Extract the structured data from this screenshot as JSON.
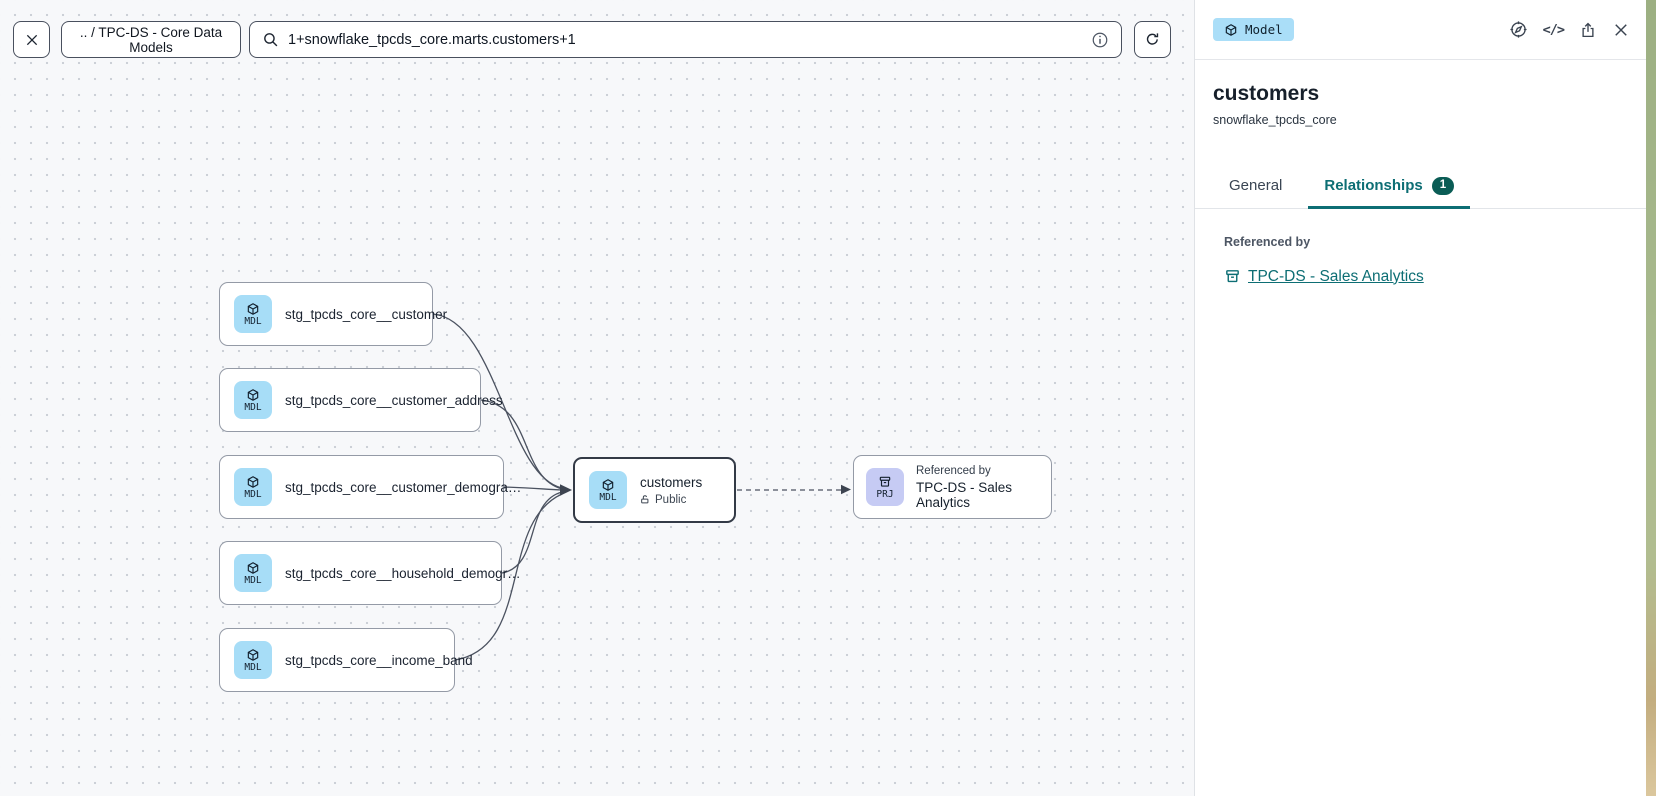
{
  "toolbar": {
    "breadcrumb": ".. / TPC-DS - Core Data Models",
    "search": {
      "value": "1+snowflake_tpcds_core.marts.customers+1"
    }
  },
  "canvas": {
    "source_nodes": [
      {
        "badge": "MDL",
        "label": "stg_tpcds_core__customer"
      },
      {
        "badge": "MDL",
        "label": "stg_tpcds_core__customer_address"
      },
      {
        "badge": "MDL",
        "label": "stg_tpcds_core__customer_demogra…"
      },
      {
        "badge": "MDL",
        "label": "stg_tpcds_core__household_demogr…"
      },
      {
        "badge": "MDL",
        "label": "stg_tpcds_core__income_band"
      }
    ],
    "center_node": {
      "badge": "MDL",
      "title": "customers",
      "access": "Public"
    },
    "project_node": {
      "badge": "PRJ",
      "kicker": "Referenced by",
      "title": "TPC-DS - Sales Analytics"
    }
  },
  "panel": {
    "type_badge": "Model",
    "code_icon_glyph": "</>",
    "title": "customers",
    "subtitle": "snowflake_tpcds_core",
    "tabs": {
      "general": "General",
      "relationships": "Relationships",
      "relationships_count": "1"
    },
    "referenced_by_label": "Referenced by",
    "referenced_by_link": "TPC-DS - Sales Analytics"
  },
  "icons": {
    "close": "✕",
    "search": "magnifier",
    "info": "circled-i",
    "refresh": "circular-arrow",
    "cube": "package-cube",
    "archive": "project-box",
    "compass": "explore-compass",
    "share": "export-box-arrow",
    "lock_open": "public-open-padlock"
  },
  "colors": {
    "accent_teal": "#0d6e74",
    "tab_badge_bg": "#0a5c55",
    "model_badge_bg": "#aadef8",
    "node_badge_model_bg": "#a7ddf7",
    "node_badge_project_bg": "#c6cbf4",
    "canvas_bg": "#f7f8fa",
    "node_border": "#949aa6",
    "selected_node_border": "#333a46",
    "toolbar_border": "#49505e",
    "edge": "#4b5260"
  }
}
